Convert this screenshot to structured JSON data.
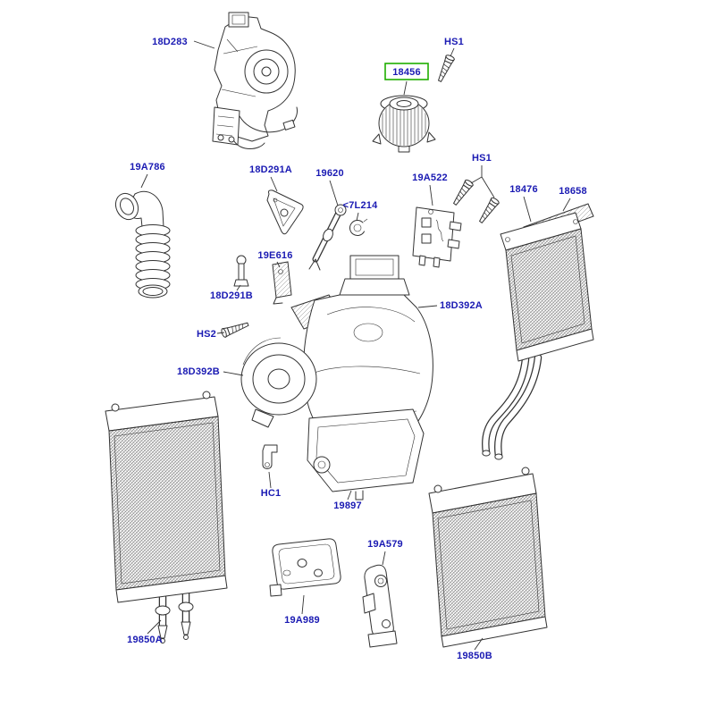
{
  "page": {
    "background": "#ffffff"
  },
  "diagram": {
    "type": "exploded-parts-diagram",
    "label_color": "#1a1ab3",
    "line_color": "#333333",
    "highlight_color": "#1fae00",
    "highlighted_label": "18456",
    "labels": {
      "p18D283": "18D283",
      "hs1_top": "HS1",
      "p18456": "18456",
      "p19A786": "19A786",
      "p18D291A": "18D291A",
      "p19620": "19620",
      "p7L214": "<7L214",
      "hs1_mid": "HS1",
      "p19A522": "19A522",
      "p18476": "18476",
      "p18658": "18658",
      "p19E616": "19E616",
      "p18D291B": "18D291B",
      "hs2": "HS2",
      "p18D392A": "18D392A",
      "p18D392B": "18D392B",
      "hc1": "HC1",
      "p19897": "19897",
      "p19A989": "19A989",
      "p19A579": "19A579",
      "p19850A": "19850A",
      "p19850B": "19850B"
    }
  }
}
